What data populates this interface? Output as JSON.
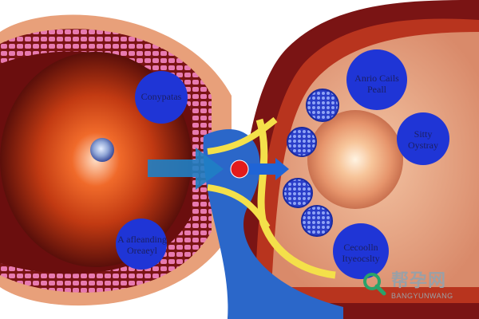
{
  "labels": {
    "left_top": "Conypatas",
    "left_bottom_line1": "A afleanding",
    "left_bottom_line2": "Oreaeyl",
    "right_top_line1": "Anrio Cails",
    "right_top_line2": "Peall",
    "right_mid_line1": "Sitty",
    "right_mid_line2": "Oystray",
    "right_bottom_line1": "Cecoolln",
    "right_bottom_line2": "Ityeocslty"
  },
  "watermark": {
    "cn": "帮孕网",
    "en": "BANGYUNWANG",
    "icon": "magnifier-logo-icon"
  },
  "colors": {
    "outer_tissue": "#7a1414",
    "inner_tissue": "#e8a07a",
    "pink_cells": "#e77ab0",
    "bubble_blue": "#1f35d6",
    "arrow_blue": "#1f7fc4",
    "yellow_duct": "#f4e04a",
    "red_dot": "#e21b1b"
  }
}
